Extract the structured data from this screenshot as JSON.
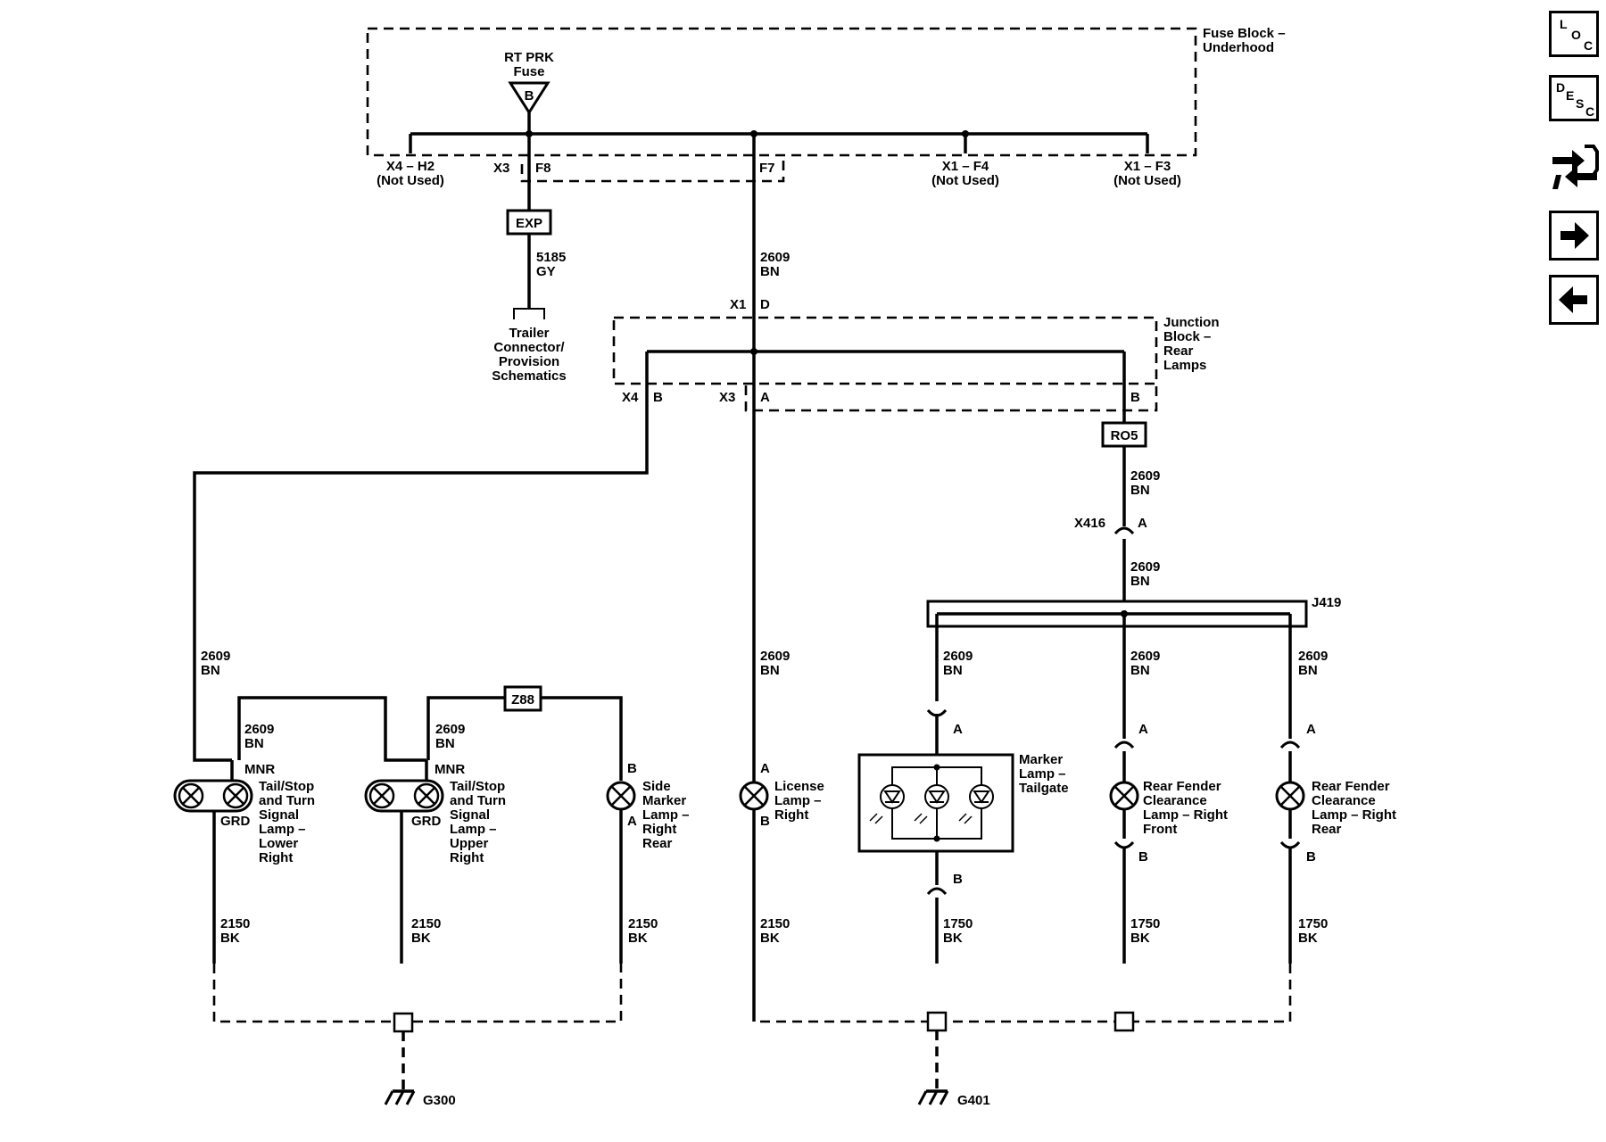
{
  "fuse_block": {
    "title_line1": "Fuse Block –",
    "title_line2": "Underhood",
    "fuse_label_line1": "RT PRK",
    "fuse_label_line2": "Fuse",
    "fuse_terminal": "B"
  },
  "fuse_connectors": {
    "x4h2": "X4 – H2",
    "x4h2_note": "(Not Used)",
    "x3": "X3",
    "f8": "F8",
    "f7": "F7",
    "x1f4": "X1 – F4",
    "x1f4_note": "(Not Used)",
    "x1f3": "X1 – F3",
    "x1f3_note": "(Not Used)"
  },
  "exp_box": "EXP",
  "trailer_wire": {
    "circuit": "5185",
    "color": "GY"
  },
  "trailer_ref": [
    "Trailer",
    "Connector/",
    "Provision",
    "Schematics"
  ],
  "main_wire": {
    "circuit": "2609",
    "color": "BN"
  },
  "junction_block": {
    "title": [
      "Junction",
      "Block –",
      "Rear",
      "Lamps"
    ],
    "x1": "X1",
    "x1_pin": "D",
    "x4": "X4",
    "x4_pin": "B",
    "x3": "X3",
    "x3_pin": "A",
    "right_pin": "B"
  },
  "ro5_box": "RO5",
  "x416": {
    "label": "X416",
    "pin": "A"
  },
  "splice": "J419",
  "z88_box": "Z88",
  "wires": {
    "c2609": "2609",
    "bn": "BN",
    "c2150": "2150",
    "c1750": "1750",
    "bk": "BK"
  },
  "lamp_lower": {
    "top_pin": "MNR",
    "bottom_pin": "GRD",
    "name": [
      "Tail/Stop",
      "and Turn",
      "Signal",
      "Lamp –",
      "Lower",
      "Right"
    ]
  },
  "lamp_upper": {
    "top_pin": "MNR",
    "bottom_pin": "GRD",
    "name": [
      "Tail/Stop",
      "and Turn",
      "Signal",
      "Lamp –",
      "Upper",
      "Right"
    ]
  },
  "side_marker": {
    "top_pin": "B",
    "bottom_pin": "A",
    "name": [
      "Side",
      "Marker",
      "Lamp –",
      "Right",
      "Rear"
    ]
  },
  "license_lamp": {
    "top_pin": "A",
    "bottom_pin": "B",
    "name": [
      "License",
      "Lamp –",
      "Right"
    ]
  },
  "tailgate_marker": {
    "top_pin": "A",
    "bottom_pin": "B",
    "name": [
      "Marker",
      "Lamp –",
      "Tailgate"
    ]
  },
  "fender_front": {
    "top_pin": "A",
    "bottom_pin": "B",
    "name": [
      "Rear Fender",
      "Clearance",
      "Lamp – Right",
      "Front"
    ]
  },
  "fender_rear": {
    "top_pin": "A",
    "bottom_pin": "B",
    "name": [
      "Rear Fender",
      "Clearance",
      "Lamp – Right",
      "Rear"
    ]
  },
  "grounds": {
    "g300": "G300",
    "g401": "G401"
  },
  "nav": {
    "loc": [
      "L",
      "O",
      "C"
    ],
    "desc": [
      "D",
      "E",
      "S",
      "C"
    ],
    "icons": [
      "connector-pinout-icon",
      "next-page-arrow-icon",
      "previous-page-arrow-icon"
    ]
  }
}
